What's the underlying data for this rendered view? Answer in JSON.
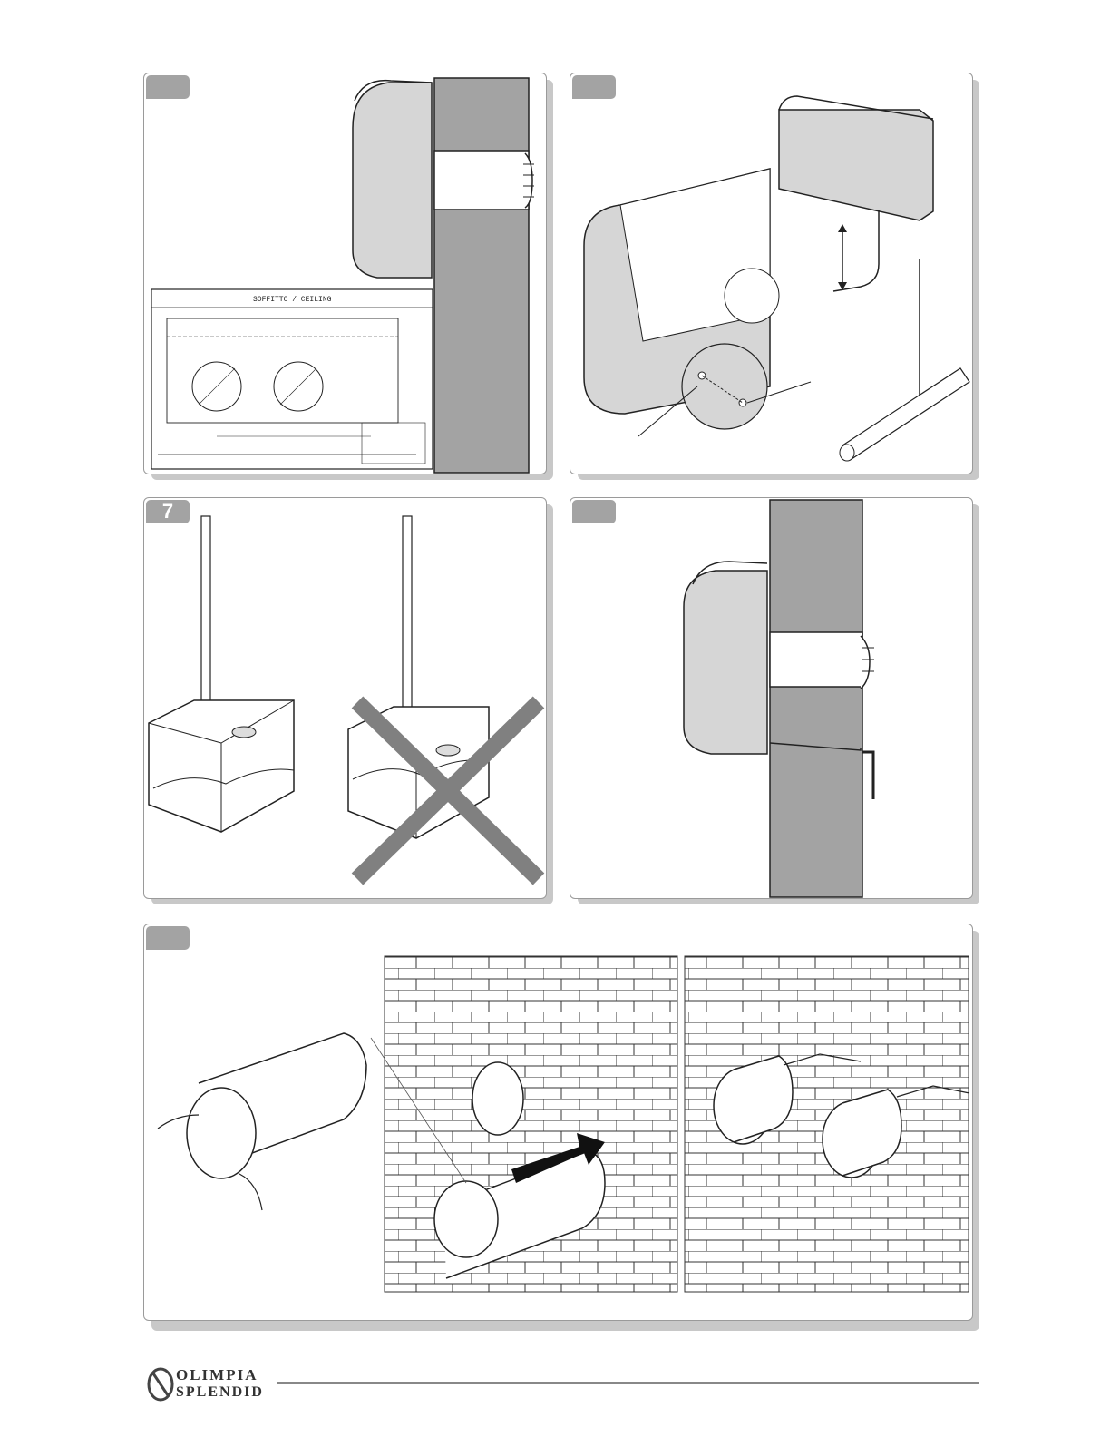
{
  "panels": [
    {
      "id": "p1",
      "step": ""
    },
    {
      "id": "p2",
      "step": ""
    },
    {
      "id": "p3",
      "step": "7"
    },
    {
      "id": "p4",
      "step": ""
    },
    {
      "id": "p5",
      "step": ""
    }
  ],
  "drawing": {
    "ceiling_label": "SOFFITTO / CEILING"
  },
  "footer": {
    "brand_top": "OLIMPIA",
    "brand_bottom": "SPLENDID"
  },
  "colors": {
    "wall_gray": "#a3a3a3",
    "unit_gray": "#d6d6d6",
    "line": "#222222",
    "cross": "#808080"
  }
}
